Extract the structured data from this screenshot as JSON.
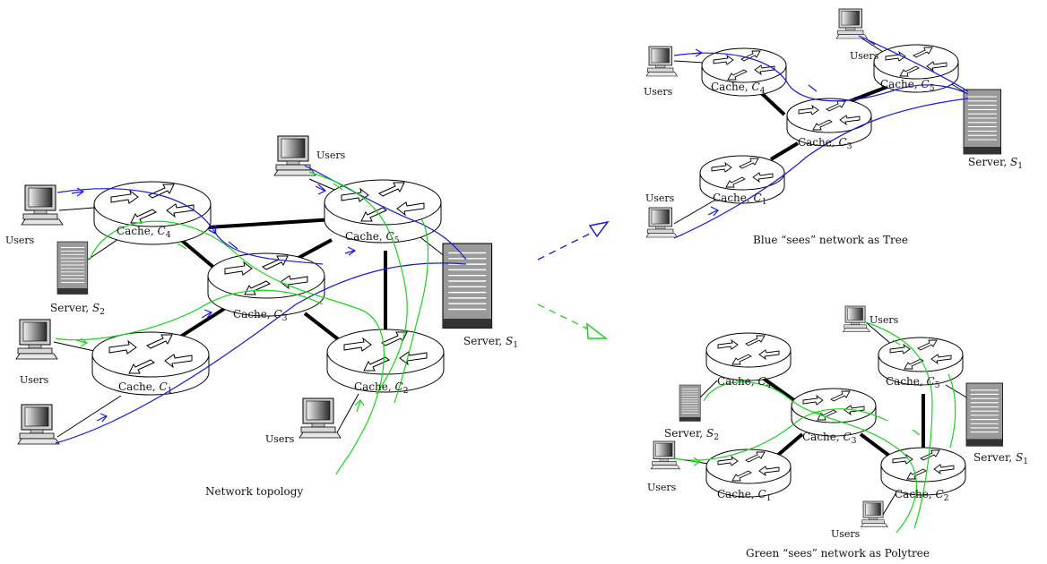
{
  "captions": {
    "main": "Network topology",
    "blue": "Blue “sees” network as Tree",
    "green": "Green “sees” network as Polytree"
  },
  "labels": {
    "users": "Users",
    "server_prefix": "Server, ",
    "cache_prefix": "Cache, ",
    "server_letter": "S",
    "cache_letter": "C"
  },
  "indices": {
    "one": "1",
    "two": "2",
    "three": "3",
    "four": "4",
    "five": "5"
  },
  "colors": {
    "blue": "#1a1ad8",
    "green": "#19d419",
    "link": "#000000",
    "router_fill": "#ffffff"
  },
  "icons": {
    "router": "router-icon",
    "computer": "computer-icon",
    "server": "server-icon",
    "arrow": "dashed-arrow-icon"
  }
}
